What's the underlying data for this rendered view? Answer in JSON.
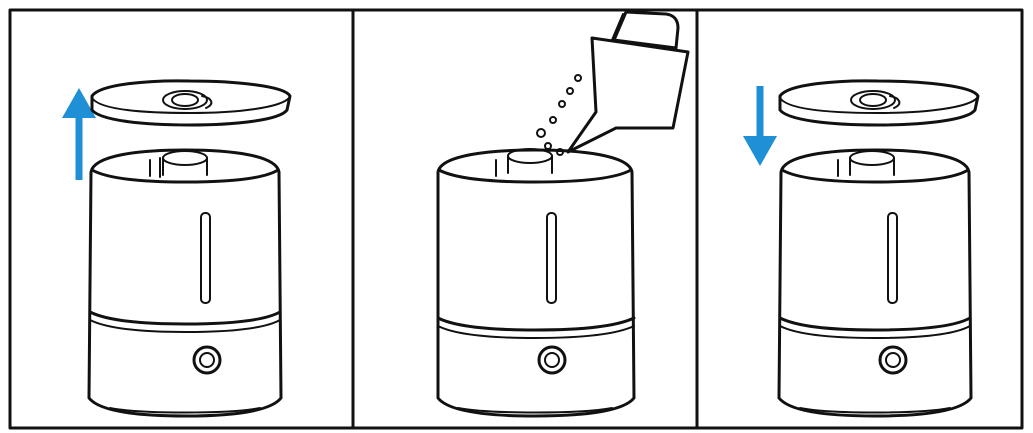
{
  "diagram": {
    "panel_count": 3,
    "panels": [
      {
        "step": 1,
        "action": "remove-lid",
        "arrow_direction": "up"
      },
      {
        "step": 2,
        "action": "pour-water",
        "arrow_direction": "none"
      },
      {
        "step": 3,
        "action": "replace-lid",
        "arrow_direction": "down"
      }
    ],
    "colors": {
      "line": "#111111",
      "arrow": "#1f8fd6",
      "background": "#ffffff"
    }
  }
}
